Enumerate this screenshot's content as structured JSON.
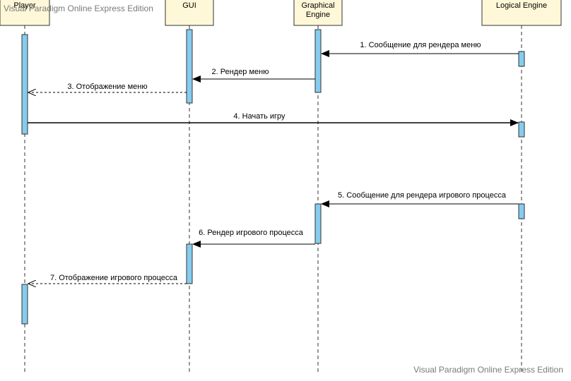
{
  "participants": {
    "player": "Player",
    "gui": "GUI",
    "graphical_line1": "Graphical",
    "graphical_line2": "Engine",
    "logical": "Logical Engine"
  },
  "messages": {
    "m1": "1. Сообщение для рендера меню",
    "m2": "2. Рендер меню",
    "m3": "3. Отображение меню",
    "m4": "4. Начать игру",
    "m5": "5. Сообщение для рендера игрового процесса",
    "m6": "6. Рендер игрового процесса",
    "m7": "7. Отображение игрового процесса"
  },
  "watermark": {
    "top": "Visual Paradigm Online Express Edition",
    "bottom": "Visual Paradigm Online Express Edition"
  },
  "colors": {
    "participant_fill": "#fff8d8",
    "activation_fill": "#86ccee",
    "watermark": "#7a7a7a"
  }
}
